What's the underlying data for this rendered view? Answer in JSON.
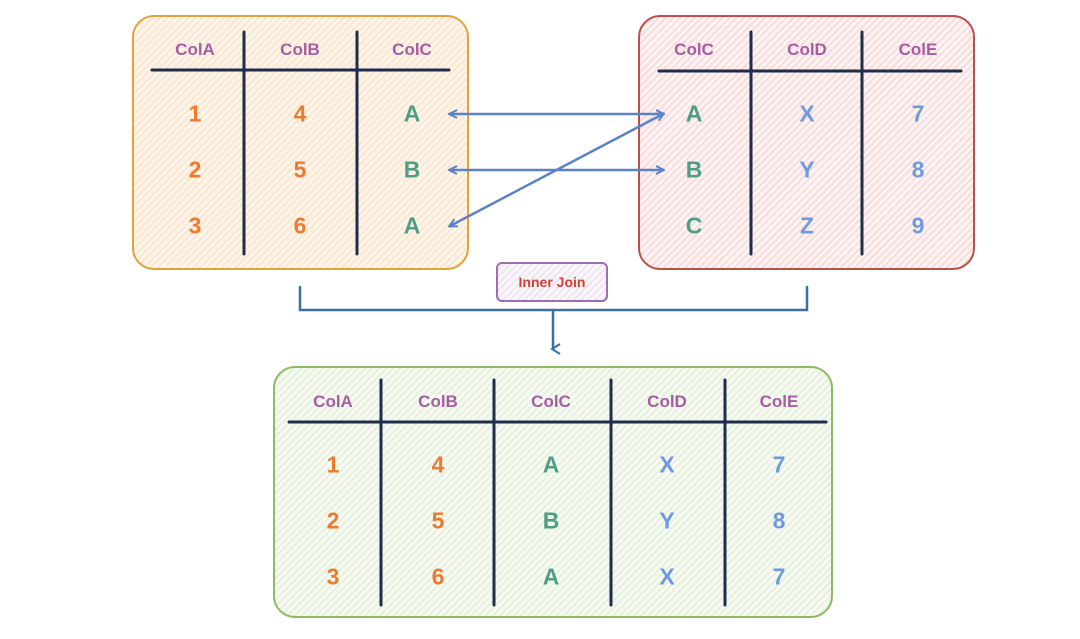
{
  "title": "Inner Join",
  "join_label": "Inner Join",
  "left_table": {
    "columns": [
      "ColA",
      "ColB",
      "ColC"
    ],
    "rows": [
      [
        "1",
        "4",
        "A"
      ],
      [
        "2",
        "5",
        "B"
      ],
      [
        "3",
        "6",
        "A"
      ]
    ]
  },
  "right_table": {
    "columns": [
      "ColC",
      "ColD",
      "ColE"
    ],
    "rows": [
      [
        "A",
        "X",
        "7"
      ],
      [
        "B",
        "Y",
        "8"
      ],
      [
        "C",
        "Z",
        "9"
      ]
    ]
  },
  "result_table": {
    "columns": [
      "ColA",
      "ColB",
      "ColC",
      "ColD",
      "ColE"
    ],
    "rows": [
      [
        "1",
        "4",
        "A",
        "X",
        "7"
      ],
      [
        "2",
        "5",
        "B",
        "Y",
        "8"
      ],
      [
        "3",
        "6",
        "A",
        "X",
        "7"
      ]
    ]
  },
  "matches": [
    {
      "left_row": 1,
      "right_row": 1,
      "key": "A"
    },
    {
      "left_row": 2,
      "right_row": 2,
      "key": "B"
    },
    {
      "left_row": 3,
      "right_row": 1,
      "key": "A"
    }
  ],
  "colors": {
    "header": "#a75ca3",
    "numeric_left": "#ee7a2f",
    "key": "#4e9e86",
    "numeric_right": "#6f9ae0",
    "arrow": "#5b82c4",
    "left_border": "#e0a53a",
    "right_border": "#b9504a",
    "result_border": "#8dbb5f",
    "label_text": "#d24036"
  }
}
